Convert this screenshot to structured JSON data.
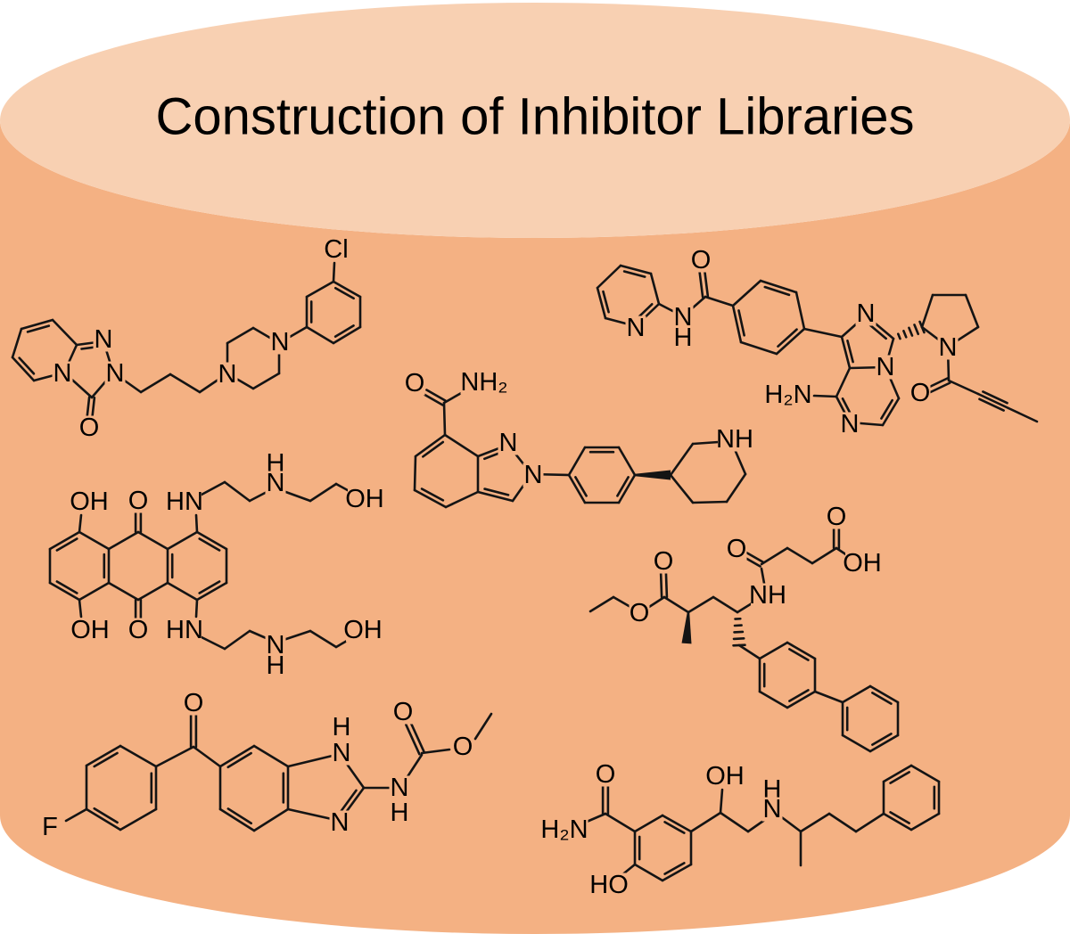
{
  "title": "Construction of Inhibitor Libraries",
  "colors": {
    "body": "#F4B183",
    "top_ellipse": "#F8D0B2",
    "bond": "#141414",
    "text": "#000000"
  },
  "molecules": {
    "trazodone": {
      "labels": [
        "N",
        "N",
        "N",
        "O",
        "N",
        "N",
        "Cl"
      ]
    },
    "acalabrutinib": {
      "labels": [
        "N",
        "N",
        "H",
        "O",
        "N",
        "N",
        "H₂N",
        "N",
        "N",
        "O"
      ]
    },
    "niraparib": {
      "labels": [
        "O",
        "NH₂",
        "N",
        "N",
        "NH"
      ]
    },
    "mitoxantrone": {
      "labels": [
        "OH",
        "O",
        "HN",
        "H",
        "N",
        "OH",
        "OH",
        "O",
        "HN",
        "N",
        "H",
        "OH"
      ]
    },
    "sacubitril": {
      "labels": [
        "O",
        "O",
        "O",
        "NH",
        "O",
        "OH"
      ]
    },
    "flubendazole": {
      "labels": [
        "F",
        "O",
        "H",
        "N",
        "N",
        "N",
        "H",
        "O",
        "O"
      ]
    },
    "labetalol": {
      "labels": [
        "H₂N",
        "O",
        "OH",
        "H",
        "N",
        "HO"
      ]
    }
  }
}
